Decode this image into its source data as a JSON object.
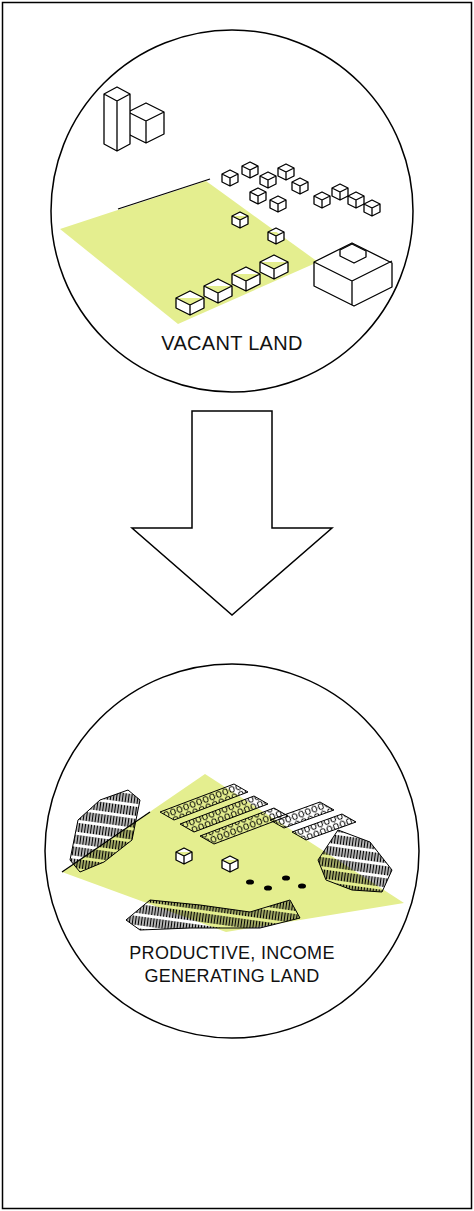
{
  "diagram": {
    "nodes": [
      {
        "text": [
          "VACANT LAND"
        ]
      },
      {
        "text": [
          "PRODUCTIVE, INCOME GENERATING LAND"
        ]
      }
    ],
    "edges": [
      {
        "from": 0,
        "to": 1,
        "arrow": "to"
      }
    ]
  }
}
